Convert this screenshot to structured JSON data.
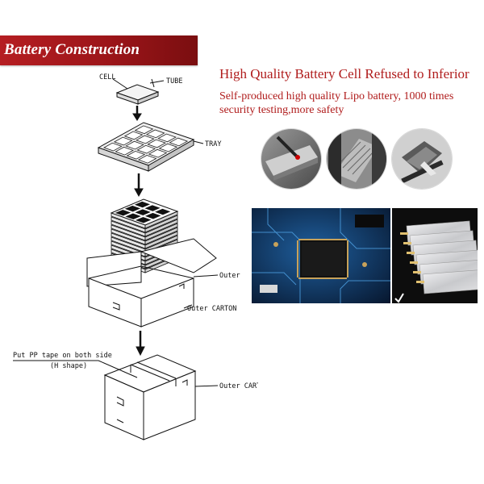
{
  "header": {
    "title": "Battery Construction"
  },
  "headline": "High Quality Battery Cell Refused to Inferior",
  "subtext": "Self-produced high quality Lipo battery, 1000 times security testing,more safety",
  "diagram": {
    "labels": {
      "cell": "CELL",
      "tube": "TUBE",
      "tray": "TRAY",
      "outer1": "Outer",
      "outer_carton1": "Outer CARTON",
      "tape_line1": "Put PP tape on both side",
      "tape_line2": "(H shape)",
      "outer_carton2": "Outer CARTON"
    }
  },
  "photos": {
    "circle_icons": [
      "battery-test-icon",
      "battery-nail-test-icon",
      "battery-crush-test-icon"
    ],
    "chip_photo": "circuit-board-chip-photo",
    "cells_photo": "lipo-battery-cells-photo"
  }
}
